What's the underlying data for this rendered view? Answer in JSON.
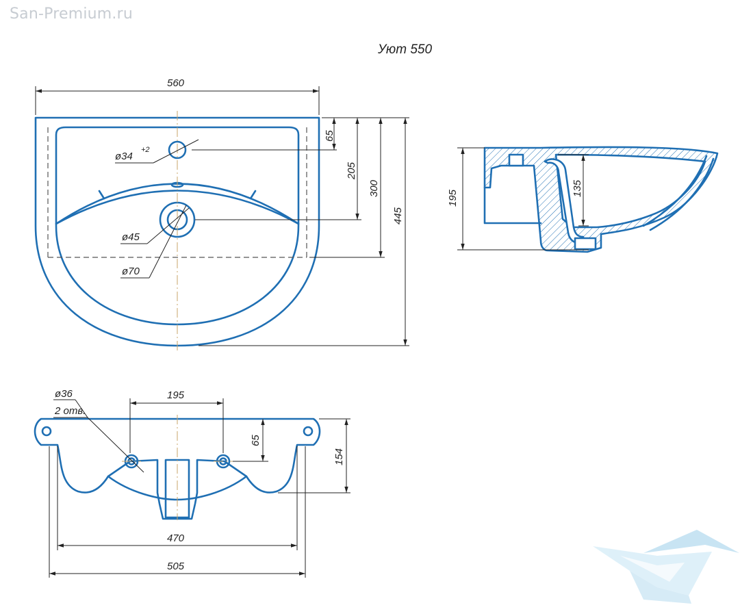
{
  "watermark": {
    "site": "San-Premium.ru"
  },
  "title": "Уют 550",
  "colors": {
    "outline": "#1f6fb3",
    "dimension": "#222222",
    "watermark": "#c7ccd2",
    "logo": "#bfe0f2"
  },
  "top_view": {
    "width": "560",
    "depth": "445",
    "dim_tap_offset": "65",
    "dim_drain_offset": "205",
    "dim_cutout": "300",
    "tap_hole": "ø34",
    "tap_hole_tolerance": "+2",
    "drain_inner": "ø45",
    "drain_outer": "ø70"
  },
  "side_view": {
    "height": "195",
    "drain_depth": "135"
  },
  "rear_view": {
    "mount_holes": "ø36",
    "mount_holes_count": "2 отв.",
    "hole_spacing": "195",
    "hole_height": "65",
    "height": "154",
    "inner_width": "470",
    "outer_width": "505"
  }
}
